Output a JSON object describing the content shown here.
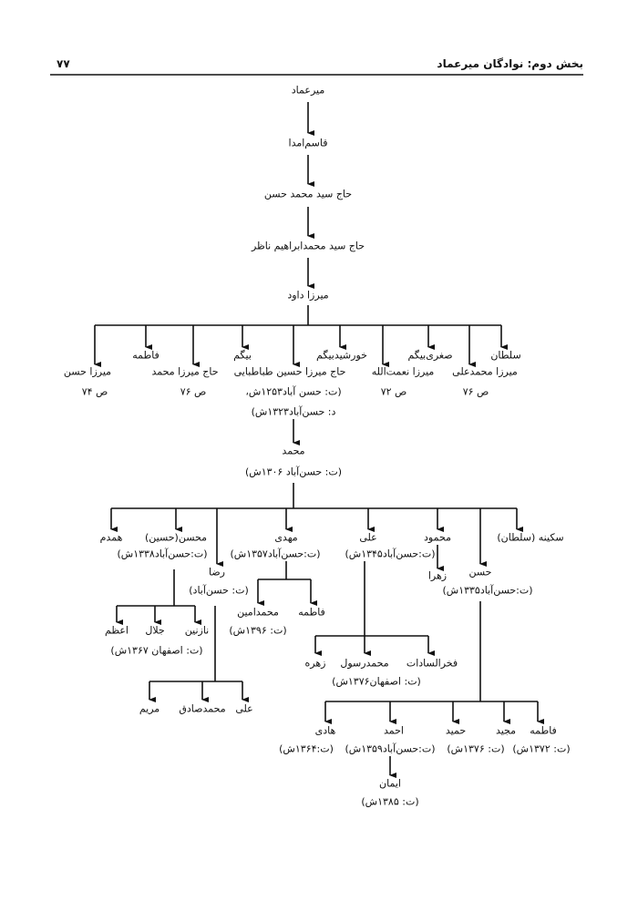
{
  "header": {
    "section_title": "بخش دوم: نوادگان میرعماد",
    "page_number": "۷۷"
  },
  "chain": [
    "میرعماد",
    "قاسم‌امدا",
    "حاج سید محمد حسن",
    "حاج سید محمدابراهیم ناظر",
    "میرزا داود"
  ],
  "gen1": {
    "mirza_hasan": {
      "name": "میرزا حسن",
      "ref": "ص ۷۴"
    },
    "fatemeh": {
      "name": "فاطمه"
    },
    "haj_mirza_mohammad": {
      "name": "حاج میرزا محمد",
      "ref": "ص ۷۶"
    },
    "beygom": {
      "name": "بیگم"
    },
    "haj_mirza_hossein": {
      "name": "حاج میرزا حسین طباطبایی",
      "birth": "(ت: حسن آباد۱۲۵۳ش،",
      "death": "د: حسن‌آباد۱۳۲۳ش)"
    },
    "khorshid": {
      "name": "خورشیدبیگم"
    },
    "nematollah": {
      "name": "میرزا نعمت‌الله",
      "ref": "ص ۷۲"
    },
    "soghra": {
      "name": "صغری‌بیگم"
    },
    "mohammadali": {
      "name": "میرزا محمدعلی",
      "ref": "ص ۷۶"
    },
    "soltan": {
      "name": "سلطان"
    }
  },
  "mohammad": {
    "name": "محمد",
    "birth": "(ت: حسن‌آباد ۱۳۰۶ش)"
  },
  "gen3": {
    "hamdam": {
      "name": "همدم"
    },
    "mohsen": {
      "name": "محسن(حسین)",
      "birth": "(ت:حسن‌آباد۱۳۳۸ش)"
    },
    "reza": {
      "name": "رضا",
      "birth": "(ت: حسن‌آباد)"
    },
    "mahdi": {
      "name": "مهدی",
      "birth": "(ت:حسن‌آباد۱۳۵۷ش)"
    },
    "ali": {
      "name": "علی",
      "birth": "(ت:حسن‌آباد۱۳۴۵ش)"
    },
    "mahmoud": {
      "name": "محمود"
    },
    "zahra": {
      "name": "زهرا"
    },
    "hasan": {
      "name": "حسن",
      "birth": "(ت:حسن‌آباد۱۳۳۵ش)"
    },
    "sakineh": {
      "name": "سکینه (سلطان)"
    }
  },
  "mahdi_children": {
    "mohammadamin": "محمدامین",
    "mohammadamin_birth": "(ت: ۱۳۹۶ش)",
    "fatemeh": "فاطمه"
  },
  "mohsen_children": {
    "azam": "اعظم",
    "jalal": "جلال",
    "nazanin": "نازنین",
    "nazanin_birth": "(ت: اصفهان ۱۳۶۷ش)"
  },
  "ali_children": {
    "zohreh": "زهره",
    "mohammadrasoul": "محمدرسول",
    "fakhr": "فخرالسادات",
    "mohammadrasoul_birth": "(ت: اصفهان۱۳۷۶ش)"
  },
  "reza_children": {
    "maryam": "مریم",
    "mohammadsadegh": "محمدصادق",
    "ali": "علی"
  },
  "hasan_children": {
    "hadi": "هادی",
    "hadi_birth": "(ت:۱۳۶۴ش)",
    "ahmad": "احمد",
    "ahmad_birth": "(ت:حسن‌آباد۱۳۵۹ش)",
    "hamid": "حمید",
    "hamid_birth": "(ت: ۱۳۷۶ش)",
    "majid": "مجید",
    "majid_birth": "(ت: ۱۳۷۲ش)",
    "fatemeh": "فاطمه"
  },
  "ahmad_child": {
    "name": "ایمان",
    "birth": "(ت: ۱۳۸۵ش)"
  }
}
